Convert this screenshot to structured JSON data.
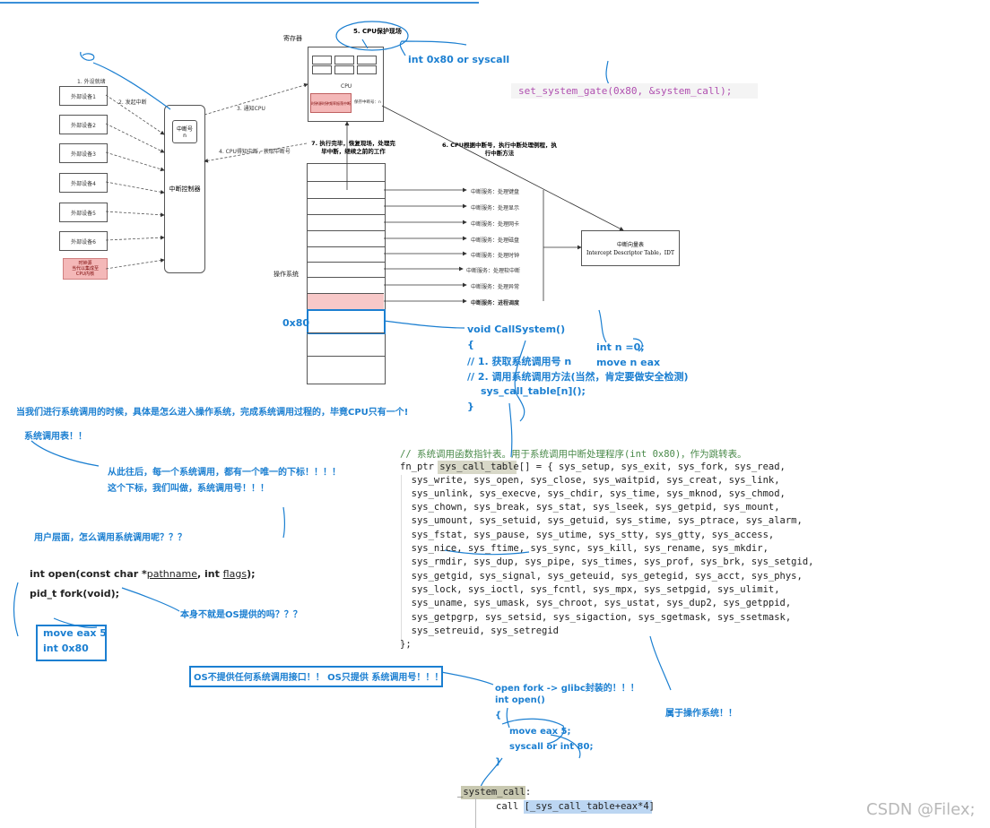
{
  "diagram": {
    "peripheral_title": "1. 外设就绪",
    "peripherals": [
      "外部设备1",
      "外部设备2",
      "外部设备3",
      "外部设备4",
      "外部设备5",
      "外部设备6"
    ],
    "clock_box": "时钟源\n当代以集成至\nCPU内核",
    "step2": "2. 发起中断",
    "interrupt_controller": "中断控制器",
    "irq_number_line1": "中断号",
    "irq_number_line2": "n",
    "step3": "3. 通知CPU",
    "step4": "4. CPU得知中断，获取中断号",
    "registers_label": "寄存器",
    "step5": "5. CPU保护现场",
    "cpu_label": "CPU",
    "cpu_red_box": "时钟源时钟频率振荡中断",
    "cpu_irq_label": "保存中断号：n",
    "step6": "6. CPU根据中断号，执行中断处理例程，执行中断方法",
    "step7": "7. 执行完毕，恢复现场，处理完毕中断，继续之前的工作",
    "os_label": "操作系统",
    "services": [
      "中断服务：处理键盘",
      "中断服务：处理显示",
      "中断服务：处理网卡",
      "中断服务：处理磁盘",
      "中断服务：处理时钟",
      "中断服务：处理软中断",
      "中断服务：处理异常",
      "中断服务：进程调度"
    ],
    "idt_line1": "中断向量表",
    "idt_line2": "Intercept Descriptor Table，IDT",
    "x80_label": "0x80"
  },
  "annotations": {
    "int80_syscall": "int 0x80 or syscall",
    "set_gate_code": "set_system_gate(0x80, &system_call);",
    "callsystem": [
      "void CallSystem()",
      "{",
      "// 1. 获取系统调用号 n",
      "// 2. 调用系统调用方法(当然，肯定要做安全检测)",
      "sys_call_table[n]();",
      "}"
    ],
    "int_n_0": "int n =0;",
    "move_n_eax": "move n eax",
    "question1": "当我们进行系统调用的时候，具体是怎么进入操作系统，完成系统调用过程的，毕竟CPU只有一个!",
    "syscall_table_label": "系统调用表！！",
    "from_now_line1": "从此往后，每一个系统调用，都有一个唯一的下标！！！！",
    "from_now_line2": "这个下标，我们叫做，系统调用号！！！",
    "user_level_q": "用户层面，怎么调用系统调用呢？？？",
    "open_proto_prefix": "int open(const char *",
    "open_proto_p1": "pathname",
    "open_proto_mid": ", int ",
    "open_proto_p2": "flags",
    "open_proto_end": ");",
    "fork_proto": "pid_t fork(void);",
    "move_eax5": "move eax 5",
    "int_0x80": "int 0x80",
    "os_provided_q": "本身不就是OS提供的吗？？？",
    "os_no_interface": "OS不提供任何系统调用接口！！ OS只提供 系统调用号！！！",
    "glibc_note": "open fork -> glibc封装的！！！",
    "int_open_def": "int open()",
    "brace_open": "{",
    "move_eax5b": "move eax 5;",
    "syscall_int80": "syscall or int 80;",
    "brace_close": "}",
    "belongs_os": "属于操作系统！！",
    "table_comment": "// 系统调用函数指针表。用于系统调用中断处理程序(int 0x80)，作为跳转表。",
    "table_code": [
      "fn_ptr sys_call_table[] = { sys_setup, sys_exit, sys_fork, sys_read,",
      "  sys_write, sys_open, sys_close, sys_waitpid, sys_creat, sys_link,",
      "  sys_unlink, sys_execve, sys_chdir, sys_time, sys_mknod, sys_chmod,",
      "  sys_chown, sys_break, sys_stat, sys_lseek, sys_getpid, sys_mount,",
      "  sys_umount, sys_setuid, sys_getuid, sys_stime, sys_ptrace, sys_alarm,",
      "  sys_fstat, sys_pause, sys_utime, sys_stty, sys_gtty, sys_access,",
      "  sys_nice, sys_ftime, sys_sync, sys_kill, sys_rename, sys_mkdir,",
      "  sys_rmdir, sys_dup, sys_pipe, sys_times, sys_prof, sys_brk, sys_setgid,",
      "  sys_getgid, sys_signal, sys_geteuid, sys_getegid, sys_acct, sys_phys,",
      "  sys_lock, sys_ioctl, sys_fcntl, sys_mpx, sys_setpgid, sys_ulimit,",
      "  sys_uname, sys_umask, sys_chroot, sys_ustat, sys_dup2, sys_getppid,",
      "  sys_getpgrp, sys_setsid, sys_sigaction, sys_sgetmask, sys_ssetmask,",
      "  sys_setreuid, sys_setregid",
      "};"
    ],
    "system_call_label": "_system_call:",
    "call_line": "call [_sys_call_table+eax*4]",
    "watermark": "CSDN @Filex;"
  },
  "colors": {
    "annotation_blue": "#1b7fd1",
    "highlight_red": "#f7c8c8",
    "clock_red": "#f4b8b8",
    "code_comment": "#4a8a4a",
    "gate_code": "#b04fb0"
  }
}
